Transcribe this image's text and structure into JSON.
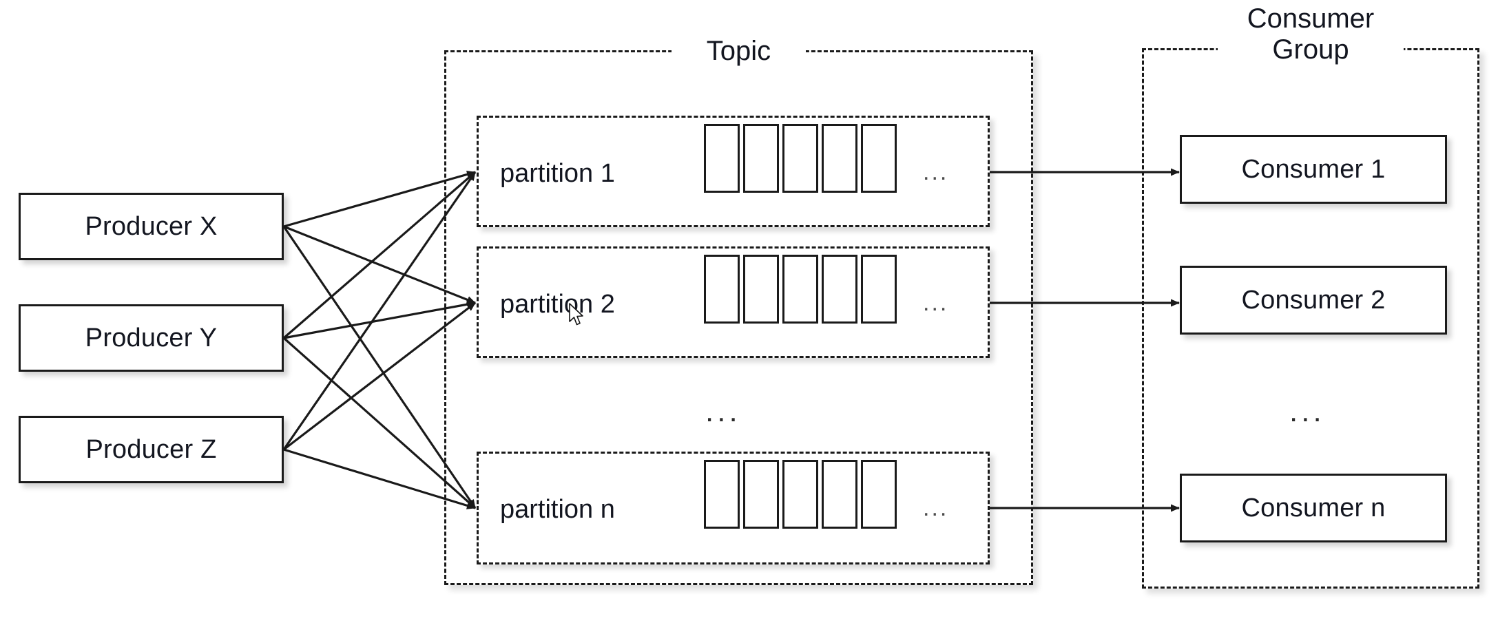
{
  "diagram": {
    "title": "Kafka Producer Topic Partition Consumer Group Diagram",
    "colors": {
      "background": "#ffffff",
      "stroke": "#1a1a1a",
      "text": "#131620",
      "ellipsis": "#4a4a4a"
    }
  },
  "producers": [
    {
      "label": "Producer X"
    },
    {
      "label": "Producer Y"
    },
    {
      "label": "Producer Z"
    }
  ],
  "topic": {
    "title": "Topic",
    "partitions": [
      {
        "label": "partition 1",
        "message_cells": 5,
        "trailing_ellipsis": "..."
      },
      {
        "label": "partition 2",
        "message_cells": 5,
        "trailing_ellipsis": "..."
      },
      {
        "label": "partition n",
        "message_cells": 5,
        "trailing_ellipsis": "..."
      }
    ],
    "partition_gap_ellipsis": "..."
  },
  "consumer_group": {
    "title": "Consumer\nGroup",
    "consumers": [
      {
        "label": "Consumer 1"
      },
      {
        "label": "Consumer 2"
      },
      {
        "label": "Consumer n"
      }
    ],
    "consumer_gap_ellipsis": "..."
  },
  "edges": {
    "producer_to_partition_count": 9,
    "partition_to_consumer_count": 3,
    "description": "Every producer sends to every partition; each partition feeds one consumer."
  }
}
